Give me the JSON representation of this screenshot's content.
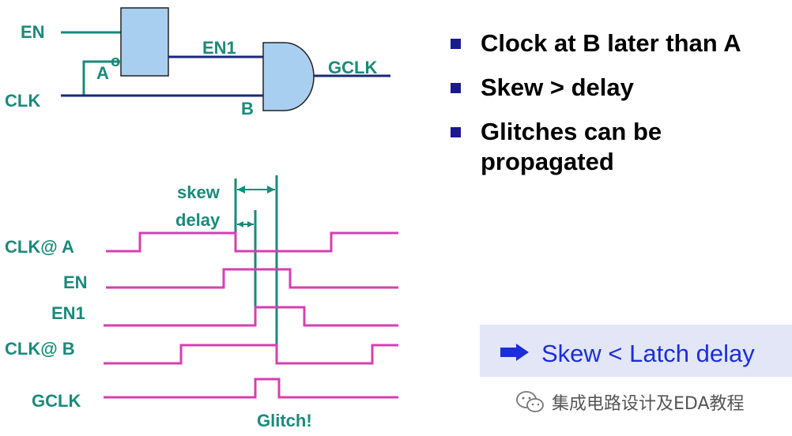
{
  "circuit": {
    "labels": {
      "en": "EN",
      "clk": "CLK",
      "a": "A",
      "en1": "EN1",
      "b": "B",
      "gclk": "GCLK",
      "inv_bubble": "o"
    }
  },
  "timing": {
    "labels": {
      "skew": "skew",
      "delay": "delay",
      "glitch": "Glitch!"
    },
    "signals": [
      {
        "name": "CLK@ A"
      },
      {
        "name": "EN"
      },
      {
        "name": "EN1"
      },
      {
        "name": "CLK@ B"
      },
      {
        "name": "GCLK"
      }
    ]
  },
  "bullets": [
    "Clock at B later than A",
    "Skew > delay",
    "Glitches can be propagated"
  ],
  "callout": {
    "text": "Skew < Latch delay"
  },
  "watermark": {
    "text": "集成电路设计及EDA教程"
  },
  "colors": {
    "wire_teal": "#1a8a7a",
    "wire_navy": "#1a2878",
    "waveform": "#d63fb0",
    "gate_fill": "#a8cff0",
    "bullet": "#1a1a8c",
    "callout_bg": "#e3e6f7",
    "callout_text": "#1a2fd6"
  },
  "icons": {
    "bullet": "square-bullet-icon",
    "callout": "right-arrow-icon",
    "watermark": "wechat-icon"
  }
}
